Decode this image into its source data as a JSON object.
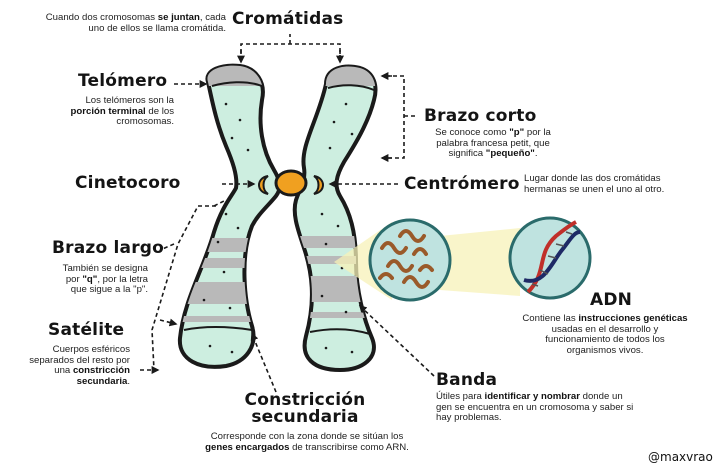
{
  "cromatidas": {
    "title": "Cromátidas",
    "desc_pre": "Cuando dos cromosomas ",
    "desc_bold": "se juntan",
    "desc_post": ", cada uno de ellos se llama cromátida."
  },
  "telomero": {
    "title": "Telómero",
    "desc_pre": "Los telómeros son la ",
    "desc_bold": "porción terminal",
    "desc_post": " de los cromosomas."
  },
  "brazo_corto": {
    "title": "Brazo corto",
    "desc_pre": "Se conoce como ",
    "desc_bold1": "\"p\"",
    "desc_mid": " por la palabra francesa petit, que significa ",
    "desc_bold2": "\"pequeño\"",
    "desc_post": "."
  },
  "cinetocoro": {
    "title": "Cinetocoro"
  },
  "centromero": {
    "title": "Centrómero",
    "desc": "Lugar donde las dos cromátidas hermanas se unen el uno al otro."
  },
  "brazo_largo": {
    "title": "Brazo largo",
    "desc_pre": "También se designa por ",
    "desc_bold": "\"q\"",
    "desc_post": ", por la letra que sigue a la \"p\"."
  },
  "satelite": {
    "title": "Satélite",
    "desc_pre": "Cuerpos esféricos separados del resto por una ",
    "desc_bold": "constricción secundaria",
    "desc_post": "."
  },
  "adn": {
    "title": "ADN",
    "desc_pre": "Contiene las ",
    "desc_bold": "instrucciones genéticas",
    "desc_post": " usadas en el desarrollo y funcionamiento de todos los organismos vivos."
  },
  "banda": {
    "title": "Banda",
    "desc_pre": "Útiles para ",
    "desc_bold": "identificar y nombrar",
    "desc_post": " donde un gen se encuentra en un cromosoma y saber si hay problemas."
  },
  "constriccion": {
    "title_line1": "Constricción",
    "title_line2": "secundaria",
    "desc_pre": "Corresponde con la zona donde se sitúan los ",
    "desc_bold": "genes encargados",
    "desc_post": " de transcribirse como ARN."
  },
  "watermark": "@maxvrao",
  "colors": {
    "chromosome_fill": "#cdeee0",
    "band_gray": "#b9b9b9",
    "centromere_orange": "#f0a020",
    "outline": "#1a1a1a",
    "dna_circle": "#bfe3e0"
  }
}
